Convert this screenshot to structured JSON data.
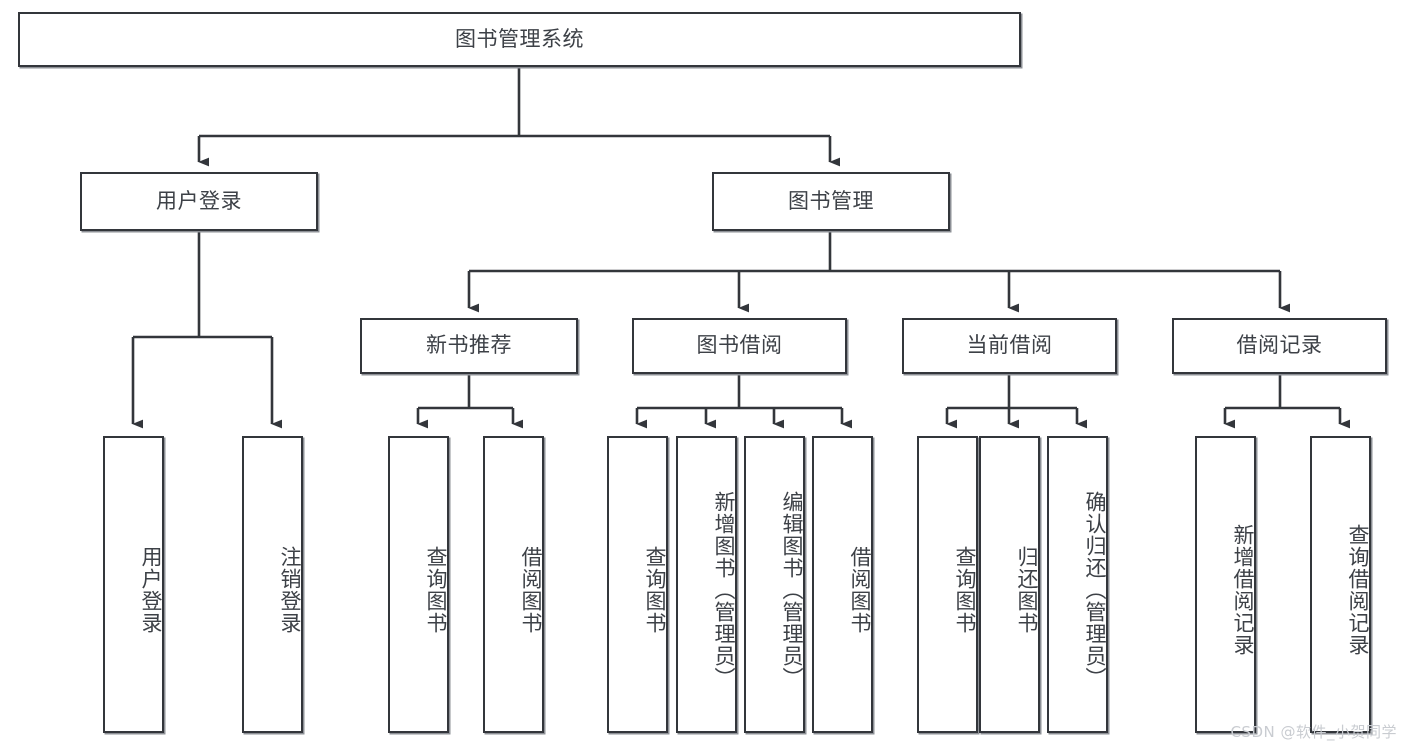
{
  "diagram": {
    "type": "tree-hierarchy",
    "title": "图书管理系统",
    "root": {
      "id": "root",
      "label": "图书管理系统"
    },
    "level1": [
      {
        "id": "user-login",
        "label": "用户登录"
      },
      {
        "id": "book-manage",
        "label": "图书管理"
      }
    ],
    "level2": [
      {
        "id": "new-book-recommend",
        "label": "新书推荐",
        "parent": "book-manage"
      },
      {
        "id": "book-borrow",
        "label": "图书借阅",
        "parent": "book-manage"
      },
      {
        "id": "current-borrow",
        "label": "当前借阅",
        "parent": "book-manage"
      },
      {
        "id": "borrow-record",
        "label": "借阅记录",
        "parent": "book-manage"
      }
    ],
    "leaves": [
      {
        "id": "leaf-user-login",
        "label": "用户登录",
        "parent": "user-login"
      },
      {
        "id": "leaf-logout-login",
        "label": "注销登录",
        "parent": "user-login"
      },
      {
        "id": "leaf-query-book-1",
        "label": "查询图书",
        "parent": "new-book-recommend"
      },
      {
        "id": "leaf-borrow-book-1",
        "label": "借阅图书",
        "parent": "new-book-recommend"
      },
      {
        "id": "leaf-query-book-2",
        "label": "查询图书",
        "parent": "book-borrow"
      },
      {
        "id": "leaf-add-book",
        "label": "新增图书（管理员）",
        "parent": "book-borrow"
      },
      {
        "id": "leaf-edit-book",
        "label": "编辑图书（管理员）",
        "parent": "book-borrow"
      },
      {
        "id": "leaf-borrow-book-2",
        "label": "借阅图书",
        "parent": "book-borrow"
      },
      {
        "id": "leaf-query-book-3",
        "label": "查询图书",
        "parent": "current-borrow"
      },
      {
        "id": "leaf-return-book",
        "label": "归还图书",
        "parent": "current-borrow"
      },
      {
        "id": "leaf-confirm-return",
        "label": "确认归还（管理员）",
        "parent": "current-borrow"
      },
      {
        "id": "leaf-add-record",
        "label": "新增借阅记录",
        "parent": "borrow-record"
      },
      {
        "id": "leaf-query-record",
        "label": "查询借阅记录",
        "parent": "borrow-record"
      }
    ]
  },
  "watermark": {
    "text": "CSDN @软件_小贺同学"
  },
  "colors": {
    "stroke": "#33363b",
    "shadow": "#8d9096",
    "text": "#3d4147",
    "background": "#ffffff",
    "watermark": "#c9ccd1"
  }
}
